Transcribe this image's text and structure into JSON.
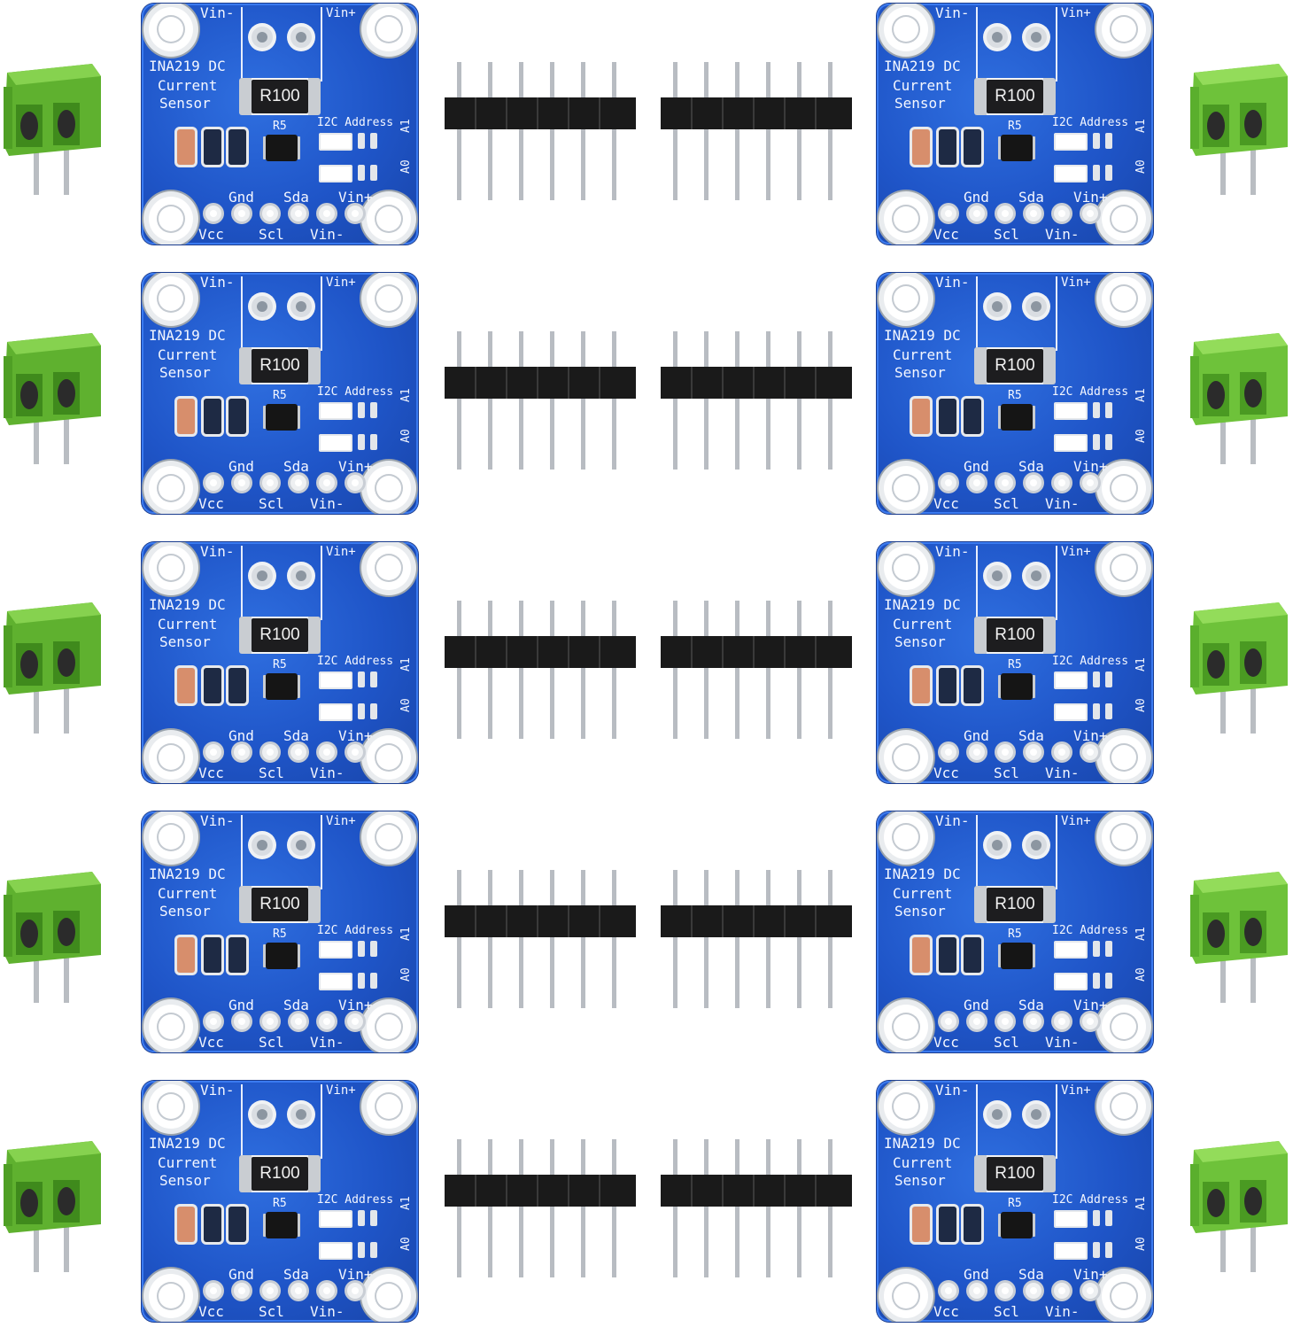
{
  "board": {
    "top_left_label": "Vin-",
    "top_right_label": "Vin+",
    "title_line1": "INA219 DC",
    "title_line2": "Current",
    "title_line3": "Sensor",
    "shunt_marking": "R100",
    "resistor_label": "R5",
    "address_label": "I2C Address",
    "jumper_a1": "A1",
    "jumper_a0": "A0",
    "pin_gnd": "Gnd",
    "pin_sda": "Sda",
    "pin_vinp": "Vin+",
    "pin_vcc": "Vcc",
    "pin_scl": "Scl",
    "pin_vinm": "Vin-"
  },
  "colors": {
    "pcb_blue": "#1f55c8",
    "terminal_green": "#6ec23a",
    "header_black": "#1a1a1a",
    "pin_silver": "#b8bcc2",
    "background": "#ffffff"
  }
}
